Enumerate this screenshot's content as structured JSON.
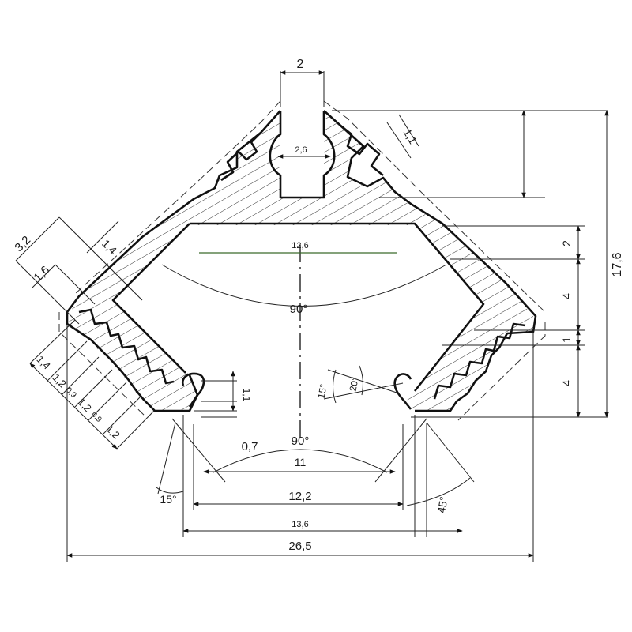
{
  "drawing": {
    "dimensions": {
      "top_slot_width": "2",
      "keyhole_diameter": "2,6",
      "wall_1": "1,1",
      "height_total": "17,6",
      "right_2": "2",
      "right_4a": "4",
      "right_1": "1",
      "right_4b": "4",
      "left_3_2": "3,2",
      "left_1_6": "1,6",
      "left_1_4": "1,4",
      "inner_width": "12,6",
      "angle_top": "90°",
      "stack_1_4": "1,4",
      "stack_1_2a": "1,2",
      "stack_0_9a": "0,9",
      "stack_1_2b": "1,2",
      "stack_0_9b": "0,9",
      "stack_1_2c": "1,2",
      "lip_1_1": "1,1",
      "lip_0_7": "0,7",
      "angle_15_right": "15°",
      "angle_20": "20°",
      "angle_bottom": "90°",
      "bottom_11": "11",
      "angle_15_left": "15°",
      "opening_12_2": "12,2",
      "angle_45": "45°",
      "width_13_6": "13,6",
      "width_total": "26,5"
    },
    "colors": {
      "stroke": "#111111",
      "accent_line": "#3a6b2a"
    }
  }
}
